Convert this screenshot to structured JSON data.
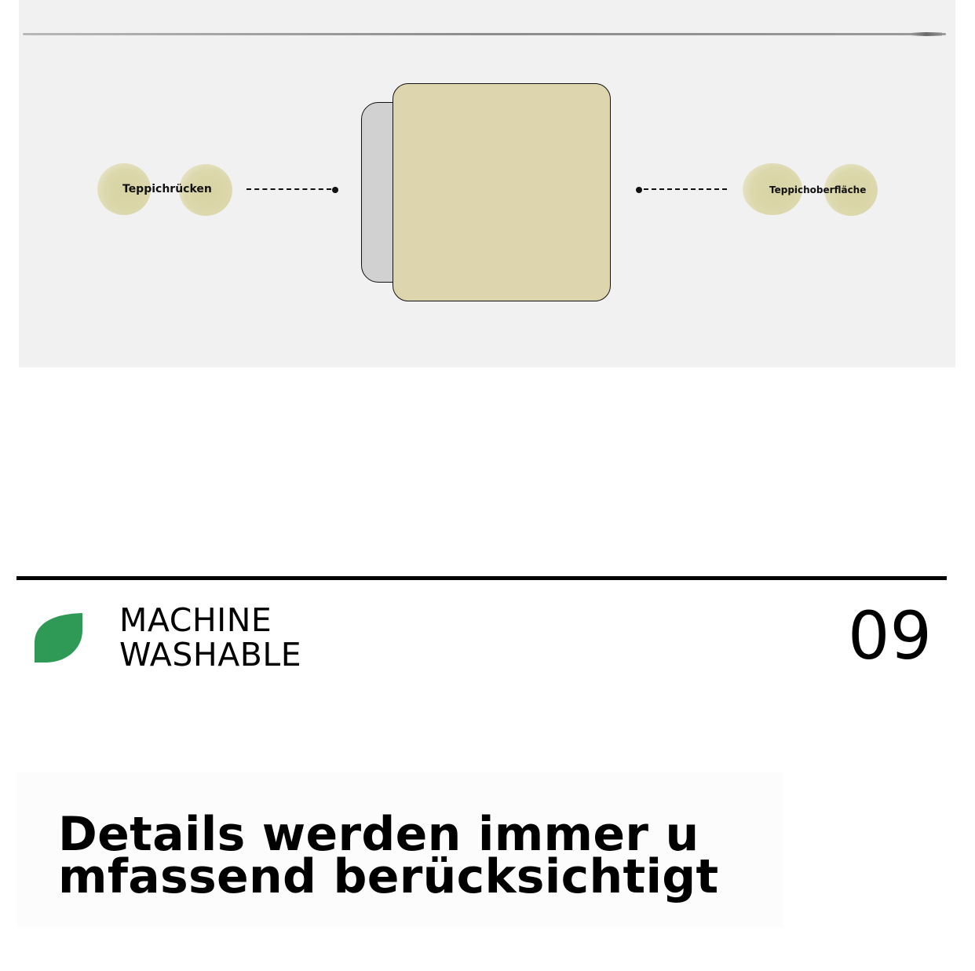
{
  "diagram": {
    "left_label": "Teppichrücken",
    "right_label": "Teppichoberfläche"
  },
  "feature": {
    "line1": "MACHINE",
    "line2": "WASHABLE",
    "number": "09",
    "icon": "leaf-icon",
    "icon_color": "#2f9a55"
  },
  "caption": {
    "line1": "Details werden immer u",
    "line2": "mfassend berücksichtigt"
  },
  "colors": {
    "rug_surface": "#dcd5ad",
    "rug_backing": "#d1d1d1",
    "panel_background": "#f2f1f1"
  }
}
